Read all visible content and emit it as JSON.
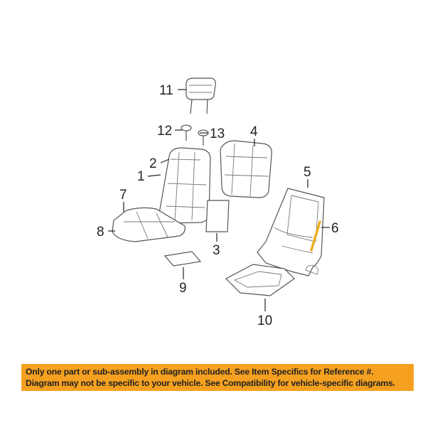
{
  "callouts": {
    "c1": "1",
    "c2": "2",
    "c3": "3",
    "c4": "4",
    "c5": "5",
    "c6": "6",
    "c7": "7",
    "c8": "8",
    "c9": "9",
    "c10": "10",
    "c11": "11",
    "c12": "12",
    "c13": "13"
  },
  "highlight_color": "#e8b020",
  "banner": {
    "line1": "Only one part or sub-assembly in diagram included. See Item Specifics for Reference #.",
    "line2": "Diagram may not be specific to your vehicle. See Compatibility for vehicle-specific diagrams.",
    "color": "#f5a020"
  }
}
